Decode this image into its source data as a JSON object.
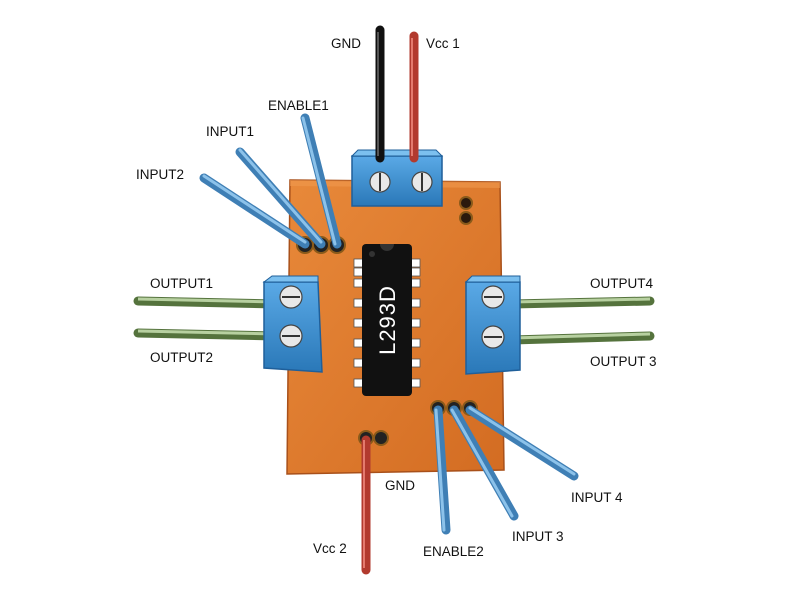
{
  "diagram": {
    "chip": {
      "label": "L293D"
    },
    "labels": {
      "gnd_top": "GND",
      "vcc1": "Vcc 1",
      "enable1": "ENABLE1",
      "input1": "INPUT1",
      "input2": "INPUT2",
      "output1": "OUTPUT1",
      "output2": "OUTPUT2",
      "output4": "OUTPUT4",
      "output3": "OUTPUT 3",
      "gnd_bottom": "GND",
      "vcc2": "Vcc 2",
      "enable2": "ENABLE2",
      "input3": "INPUT 3",
      "input4": "INPUT 4"
    },
    "colors": {
      "board": "#e07a2e",
      "board_edge": "#b8561a",
      "terminal": "#3a8fd0",
      "terminal_dark": "#1f5f9a",
      "signal_wire": "#6aa5d6",
      "output_wire": "#6f8f55",
      "power_wire": "#b23a2e",
      "ground_wire": "#111111",
      "chip": "#111111"
    }
  }
}
